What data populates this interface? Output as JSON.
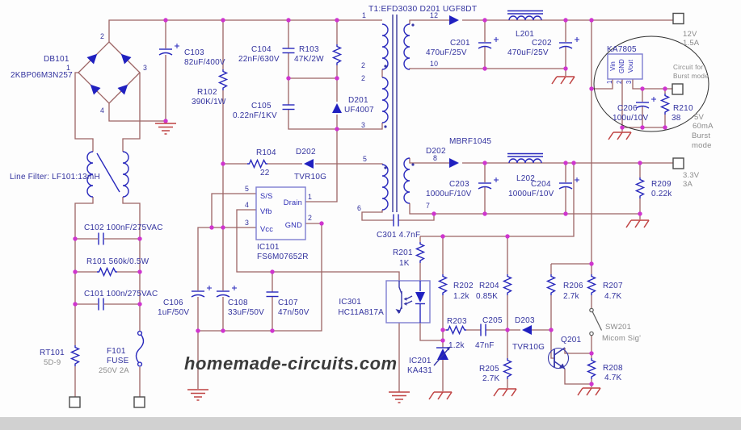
{
  "title": "T1:EFD3030 D201 UGF8DT",
  "watermark": "homemade-circuits.com",
  "colors": {
    "wire": "#9c6464",
    "symbol": "#2828bc",
    "label": "#32329e",
    "junction": "#cf35cf",
    "ground": "#bf4242",
    "muted": "#8a8a8a"
  },
  "bridge": {
    "ref": "DB101",
    "part": "2KBP06M3N257",
    "p1": "1",
    "p2": "2",
    "p3": "3",
    "p4": "4"
  },
  "input": {
    "c103": {
      "ref": "C103",
      "val": "82uF/400V"
    },
    "r102": {
      "ref": "R102",
      "val": "390K/1W"
    },
    "line_filter": "Line Filter: LF101:13mH",
    "c102": "C102 100nF/275VAC",
    "r101": "R101 560k/0.5W",
    "c101": "C101 100n/275VAC",
    "rt101": {
      "ref": "RT101",
      "val": "5D-9"
    },
    "f101": {
      "ref": "F101",
      "val": "FUSE",
      "rating": "250V 2A"
    }
  },
  "snubber": {
    "c104": {
      "ref": "C104",
      "val": "22nF/630V"
    },
    "r103": {
      "ref": "R103",
      "val": "47K/2W"
    },
    "c105": {
      "ref": "C105",
      "val": "0.22nF/1KV"
    },
    "d201": {
      "ref": "D201",
      "val": "UF4007"
    }
  },
  "aux": {
    "r104": {
      "ref": "R104",
      "val": "22"
    },
    "d202": {
      "ref": "D202",
      "val": "TVR10G"
    }
  },
  "ic101": {
    "ref": "IC101",
    "part": "FS6M07652R",
    "ss": "S/S",
    "vfb": "Vfb",
    "vcc": "Vcc",
    "drain": "Drain",
    "gnd": "GND",
    "n5": "5",
    "n4": "4",
    "n3": "3",
    "n1": "1",
    "n2": "2"
  },
  "vcc_caps": {
    "c106": {
      "ref": "C106",
      "val": "1uF/50V"
    },
    "c108": {
      "ref": "C108",
      "val": "33uF/50V"
    },
    "c107": {
      "ref": "C107",
      "val": "47n/50V"
    }
  },
  "transformer": {
    "pins": {
      "p1": "1",
      "p2a": "2",
      "p2b": "2",
      "p3": "3",
      "p5": "5",
      "p6": "6",
      "s12": "12",
      "s10": "10",
      "s8": "8",
      "s7": "7"
    }
  },
  "rail12": {
    "c201": {
      "ref": "C201",
      "val": "470uF/25V"
    },
    "l201": "L201",
    "c202": {
      "ref": "C202",
      "val": "470uF/25V"
    },
    "out_v": "12V",
    "out_i": "1.5A"
  },
  "burst": {
    "reg": "KA7805",
    "vin": "Vin",
    "gnd": "GND",
    "vout": "Vout",
    "n1": "1",
    "n2": "2",
    "n3": "3",
    "c206": {
      "ref": "C206",
      "val": "100u/10V"
    },
    "r210": {
      "ref": "R210",
      "val": "38"
    },
    "note1": "Circuit for",
    "note2": "Burst mode",
    "out_v": "5V",
    "out_i": "60mA",
    "out_l3": "Burst",
    "out_l4": "mode"
  },
  "rail33": {
    "d202": {
      "ref": "D202",
      "val": "MBRF1045"
    },
    "c203": {
      "ref": "C203",
      "val": "1000uF/10V"
    },
    "l202": "L202",
    "c204": {
      "ref": "C204",
      "val": "1000uF/10V"
    },
    "r209": {
      "ref": "R209",
      "val": "0.22k"
    },
    "out_v": "3.3V",
    "out_i": "3A"
  },
  "feedback": {
    "c301": "C301 4.7nF",
    "r201": {
      "ref": "R201",
      "val": "1K"
    },
    "ic301": {
      "ref": "IC301",
      "part": "HC11A817A"
    },
    "r202": {
      "ref": "R202",
      "val": "1.2k"
    },
    "r204": {
      "ref": "R204",
      "val": "0.85K"
    },
    "r203": {
      "ref": "R203",
      "val": "1.2k"
    },
    "c205": {
      "ref": "C205",
      "val": "47nF"
    },
    "d203": {
      "ref": "D203",
      "val": "TVR10G"
    },
    "q201": "Q201",
    "sw201": {
      "ref": "SW201",
      "val": "Micom Sig'"
    },
    "r206": {
      "ref": "R206",
      "val": "2.7k"
    },
    "r207": {
      "ref": "R207",
      "val": "4.7K"
    },
    "r208": {
      "ref": "R208",
      "val": "4.7K"
    },
    "r205": {
      "ref": "R205",
      "val": "2.7K"
    },
    "ic201": {
      "ref": "IC201",
      "part": "KA431"
    }
  }
}
